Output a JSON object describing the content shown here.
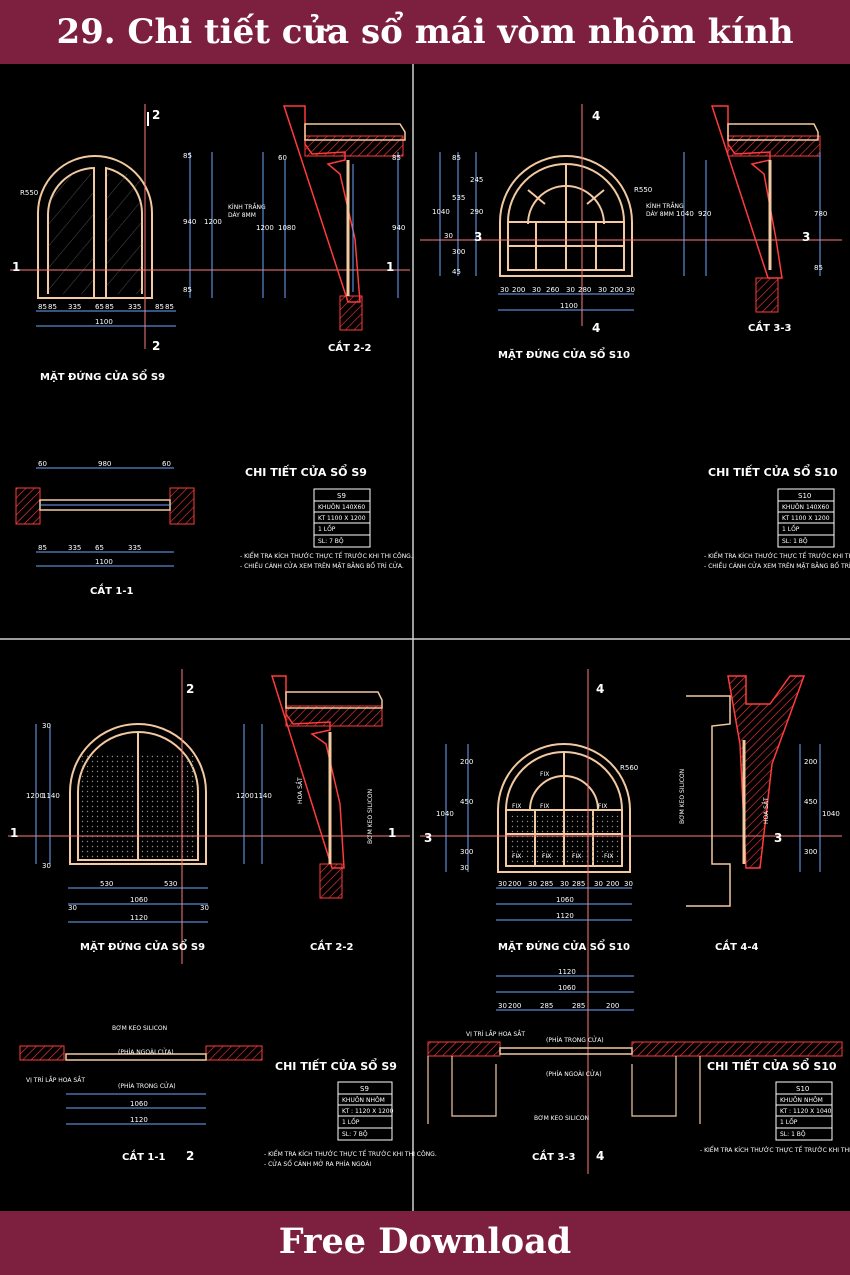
{
  "header": {
    "title": "29. Chi tiết cửa sổ mái vòm nhôm kính"
  },
  "footer": {
    "label": "Free Download"
  },
  "colors": {
    "banner": "#7d2040",
    "canvas": "#000000",
    "frame": "#f2c9a0",
    "dim": "#6ea8ff",
    "wall": "#ff3b3b",
    "text": "#ffffff"
  },
  "panels": [
    {
      "elevation_title": "MẶT ĐỨNG CỬA SỔ S9",
      "section_a_title": "CẮT 2-2",
      "plan_title": "CẮT 1-1",
      "detail_title": "CHI TIẾT CỬA SỔ S9",
      "marks": [
        "1",
        "2"
      ],
      "radius_label": "R550",
      "glass_note": [
        "KÍNH TRẮNG",
        "DÀY 8MM"
      ],
      "bottom_dims": [
        "85",
        "85",
        "335",
        "65",
        "85",
        "335",
        "85",
        "85"
      ],
      "overall_width": "1100",
      "height_dims": [
        "940",
        "1200",
        "85",
        "85",
        "60"
      ],
      "section_dims": [
        "1200",
        "1080",
        "940",
        "60",
        "85"
      ],
      "plan_dims": [
        "60",
        "980",
        "60"
      ],
      "table": {
        "code": "S9",
        "rows": [
          "KHUÔN 140X60",
          "KT 1100 X 1200",
          "1 LỐP",
          "SL: 7 BỘ"
        ]
      },
      "notes": [
        "- KIỂM TRA KÍCH THƯỚC THỰC TẾ TRƯỚC KHI THI CÔNG.",
        "- CHIỀU CÁNH CỬA XEM TRÊN MẶT BẰNG BỐ TRÍ CỬA."
      ]
    },
    {
      "elevation_title": "MẶT ĐỨNG CỬA SỔ S10",
      "section_a_title": "CẮT 3-3",
      "marks": [
        "3",
        "4"
      ],
      "radius_label": "R550",
      "glass_note": [
        "KÍNH TRẮNG",
        "DÀY 8MM"
      ],
      "bottom_dims": [
        "30",
        "200",
        "30",
        "260",
        "30",
        "280",
        "30",
        "200",
        "30"
      ],
      "overall_width": "1100",
      "height_dims": [
        "535",
        "245",
        "290",
        "300",
        "30",
        "1040",
        "85",
        "45"
      ],
      "section_dims": [
        "920",
        "1040",
        "780",
        "85"
      ],
      "detail_title": "CHI TIẾT CỬA SỔ S10",
      "table": {
        "code": "S10",
        "rows": [
          "KHUÔN 140X60",
          "KT 1100 X 1200",
          "1 LỐP",
          "SL: 1 BỘ"
        ]
      },
      "notes": [
        "- KIỂM TRA KÍCH THƯỚC THỰC TẾ TRƯỚC KHI THI CÔNG.",
        "- CHIỀU CÁNH CỬA XEM TRÊN MẶT BẰNG BỐ TRÍ CỬA."
      ]
    },
    {
      "elevation_title": "MẶT ĐỨNG CỬA SỔ S9",
      "section_a_title": "CẮT 2-2",
      "plan_title": "CẮT 1-1",
      "detail_title": "CHI TIẾT CỬA SỔ S9",
      "marks": [
        "1",
        "2"
      ],
      "bottom_dims": [
        "30",
        "530",
        "530",
        "30"
      ],
      "inner_width": "1060",
      "overall_width": "1120",
      "height_dims": [
        "1200",
        "1140",
        "30",
        "30"
      ],
      "section_notes": [
        "HOA SẮT",
        "BƠM KEO SILICON"
      ],
      "plan_notes": [
        "BƠM KEO SILICON",
        "(PHÍA NGOÀI CỬA)",
        "VỊ TRÍ LẮP HOA SẮT",
        "(PHÍA TRONG CỬA)"
      ],
      "table": {
        "code": "S9",
        "rows": [
          "KHUÔN NHÔM",
          "KT : 1120 X 1200",
          "1 LỐP",
          "SL: 7 BỘ"
        ]
      },
      "notes": [
        "- KIỂM TRA KÍCH THƯỚC THỰC TẾ TRƯỚC KHI THI CÔNG.",
        "- CỬA SỔ CÁNH MỞ RA PHÍA NGOÀI"
      ]
    },
    {
      "elevation_title": "MẶT ĐỨNG CỬA SỔ S10",
      "section_a_title": "CẮT 4-4",
      "plan_title": "CẮT 3-3",
      "detail_title": "CHI TIẾT CỬA SỔ S10",
      "marks": [
        "3",
        "4"
      ],
      "radius_label": "R560",
      "fix_label": "FIX",
      "bottom_dims": [
        "30",
        "200",
        "30",
        "285",
        "30",
        "285",
        "30",
        "200",
        "30"
      ],
      "inner_width": "1060",
      "overall_width": "1120",
      "height_dims": [
        "200",
        "450",
        "300",
        "30",
        "1040"
      ],
      "section_notes": [
        "BƠM KEO SILICON",
        "HOA SẮT"
      ],
      "plan_notes": [
        "VỊ TRÍ LẮP HOA SẮT",
        "(PHÍA TRONG CỬA)",
        "(PHÍA NGOÀI CỬA)",
        "BƠM KEO SILICON"
      ],
      "table": {
        "code": "S10",
        "rows": [
          "KHUÔN NHÔM",
          "KT : 1120 X 1040",
          "1 LỐP",
          "SL: 1 BỘ"
        ]
      },
      "notes": [
        "- KIỂM TRA KÍCH THƯỚC THỰC TẾ TRƯỚC KHI THI CÔNG."
      ]
    }
  ]
}
